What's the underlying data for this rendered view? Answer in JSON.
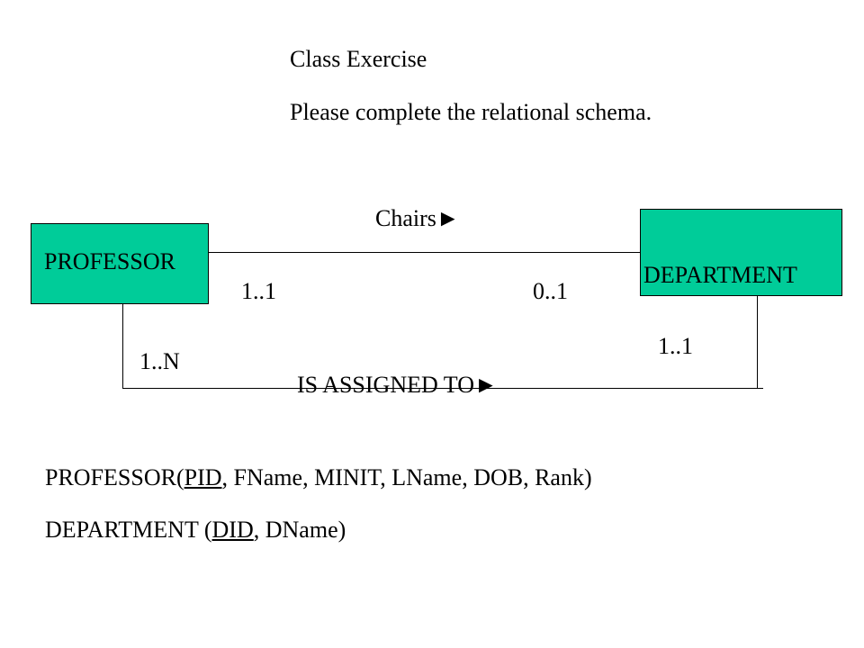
{
  "heading": {
    "title": "Class Exercise",
    "instruction": "Please complete the relational schema."
  },
  "diagram": {
    "entities": {
      "professor": "PROFESSOR",
      "department": "DEPARTMENT"
    },
    "relationships": {
      "chairs": {
        "label": "Chairs►",
        "professor_cardinality": "1..1",
        "department_cardinality": "0..1"
      },
      "is_assigned_to": {
        "label": "IS ASSIGNED TO►",
        "professor_cardinality": "1..N",
        "department_cardinality": "1..1"
      }
    },
    "colors": {
      "entity_fill": "#00cc99",
      "line": "#000000"
    }
  },
  "schema": {
    "professor": {
      "prefix": "PROFESSOR(",
      "key": "PID",
      "rest": ", FName, MINIT, LName, DOB, Rank)"
    },
    "department": {
      "prefix": "DEPARTMENT (",
      "key": "DID",
      "rest": ", DName)"
    }
  }
}
